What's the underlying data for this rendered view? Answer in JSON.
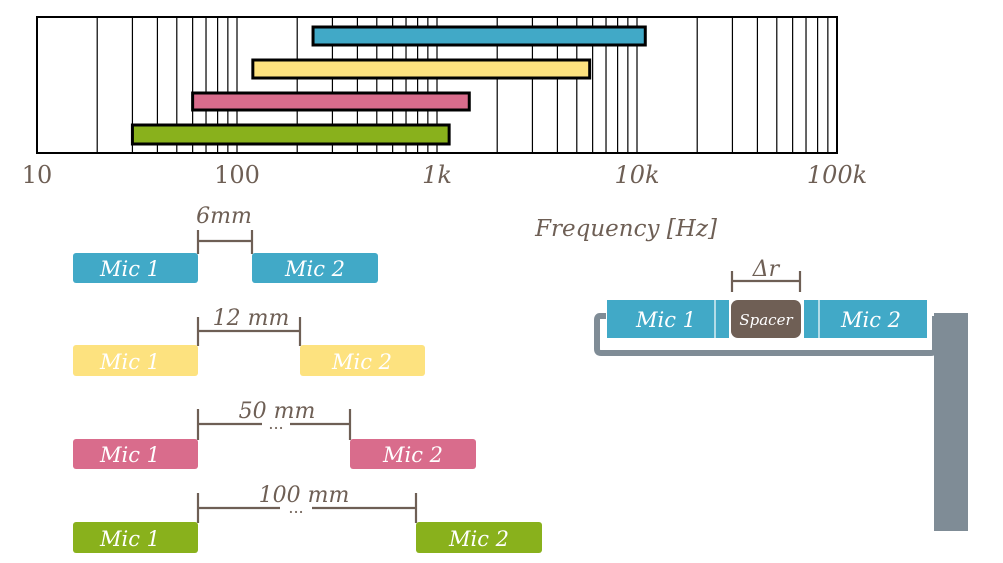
{
  "chart_data": {
    "type": "bar",
    "orientation": "horizontal",
    "x_scale": "log",
    "xlim": [
      10,
      100000
    ],
    "xlabel": "Frequency [Hz]",
    "x_tick_labels": [
      "10",
      "100",
      "1k",
      "10k",
      "100k"
    ],
    "grid": true,
    "series": [
      {
        "color": "#41a9c7",
        "range": [
          240,
          11000
        ]
      },
      {
        "color": "#fde27f",
        "range": [
          120,
          5800
        ]
      },
      {
        "color": "#d96c8c",
        "range": [
          60,
          1450
        ]
      },
      {
        "color": "#89b11c",
        "range": [
          30,
          1150
        ]
      }
    ]
  },
  "pairs": [
    {
      "spacing": "6mm",
      "color": "#41a9c7",
      "mic1": "Mic 1",
      "mic2": "Mic 2",
      "ellipsis": ""
    },
    {
      "spacing": "12 mm",
      "color": "#fde27f",
      "mic1": "Mic 1",
      "mic2": "Mic 2",
      "ellipsis": ""
    },
    {
      "spacing": "50 mm",
      "color": "#d96c8c",
      "mic1": "Mic 1",
      "mic2": "Mic 2",
      "ellipsis": "..."
    },
    {
      "spacing": "100 mm",
      "color": "#89b11c",
      "mic1": "Mic 1",
      "mic2": "Mic 2",
      "ellipsis": "..."
    }
  ],
  "probe": {
    "mic1": "Mic 1",
    "mic2": "Mic 2",
    "spacer": "Spacer",
    "delta": "Δr",
    "mic_color": "#41a9c7",
    "spacer_color": "#6f5f55",
    "stand_color": "#7f8c96"
  }
}
